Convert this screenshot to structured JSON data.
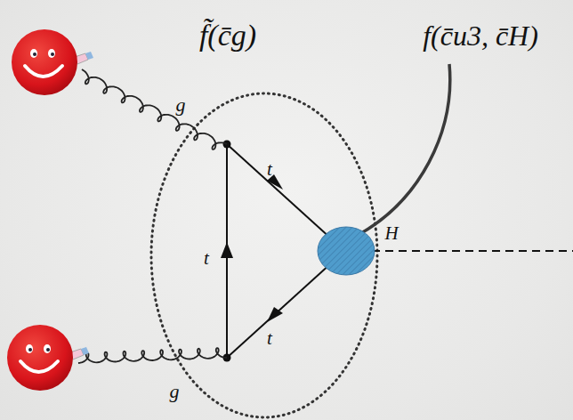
{
  "diagram": {
    "labels": [
      "f̃(c̄g)",
      "f(c̄u3, c̄H)",
      "g",
      "g",
      "t",
      "t",
      "t",
      "H"
    ]
  }
}
